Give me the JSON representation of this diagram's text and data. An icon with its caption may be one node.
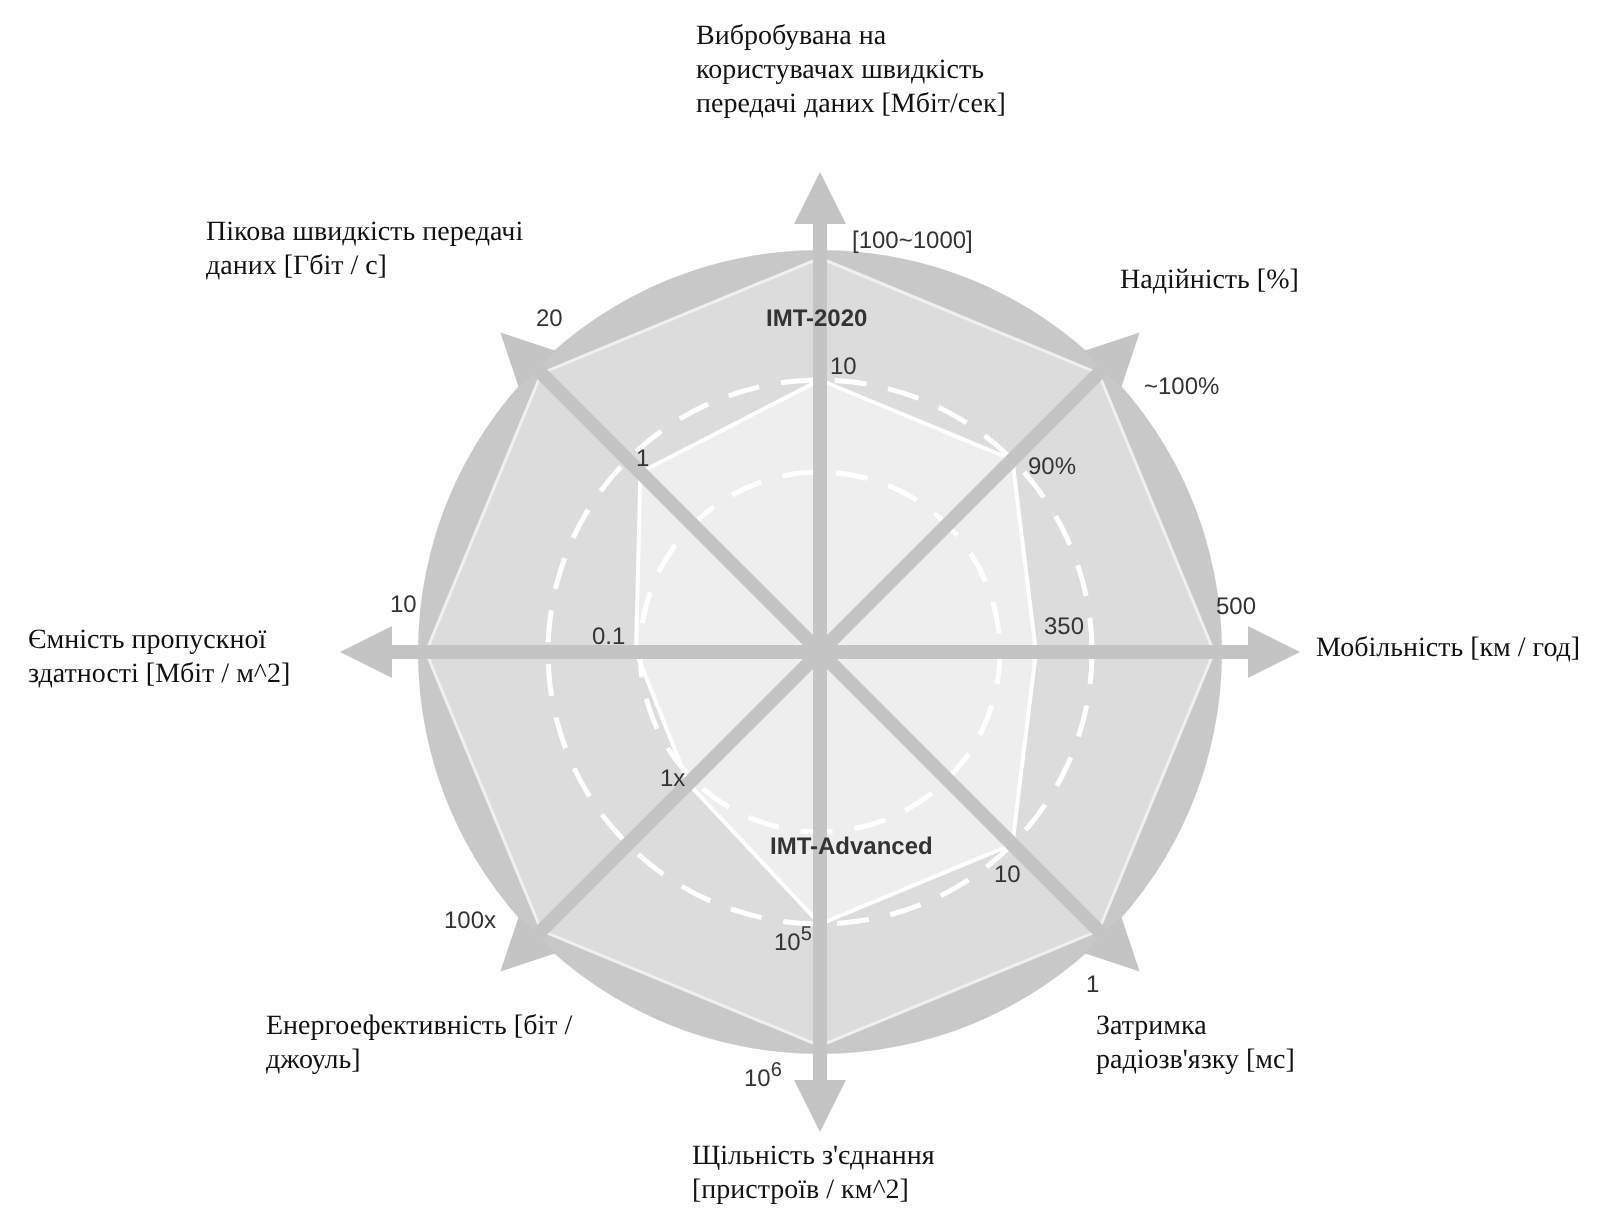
{
  "diagram": {
    "labels": [
      "Вибробувана на користувачах швидкість передачі даних [Мбіт/сек]",
      "Пікова швидкість передачі даних [Гбіт / с]",
      "[100~1000]",
      "Надійність [%]",
      "20",
      "IMT-2020",
      "10",
      "~100%",
      "1",
      "90%",
      "10",
      "0.1",
      "350",
      "500",
      "Ємність пропускної здатності [Мбіт / м^2]",
      "Мобільність [км / год]",
      "1x",
      "IMT-Advanced",
      "10",
      "100x",
      "10$^{5}$",
      "1",
      "Енергоефективність [біт / джоуль]",
      "Затримка радіозв'язку [мс]",
      "10$^{6}$",
      "Щільність з'єднання [пристроїв / км^2]"
    ]
  }
}
